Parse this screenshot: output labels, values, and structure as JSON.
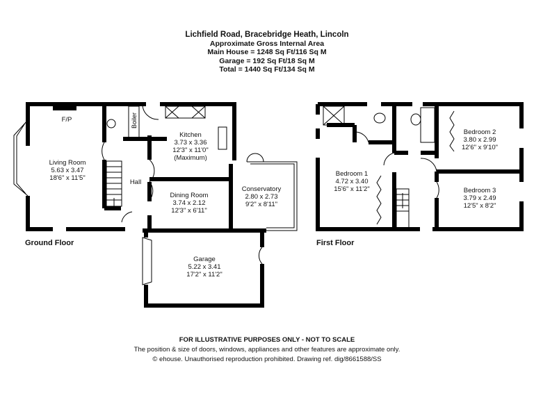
{
  "header": {
    "address": "Lichfield Road, Bracebridge Heath, Lincoln",
    "subtitle": "Approximate Gross Internal Area",
    "main_house": "Main House = 1248 Sq Ft/116 Sq M",
    "garage": "Garage = 192 Sq Ft/18 Sq M",
    "total": "Total = 1440 Sq Ft/134 Sq M"
  },
  "ground_floor": {
    "label": "Ground Floor",
    "rooms": [
      {
        "name": "Living Room",
        "metric": "5.63 x 3.47",
        "imperial": "18'6\" x 11'5\""
      },
      {
        "name": "Kitchen",
        "metric": "3.73 x 3.36",
        "imperial": "12'3\" x 11'0\"",
        "note": "(Maximum)"
      },
      {
        "name": "Dining Room",
        "metric": "3.74 x 2.12",
        "imperial": "12'3\" x 6'11\""
      },
      {
        "name": "Conservatory",
        "metric": "2.80 x 2.73",
        "imperial": "9'2\" x 8'11\""
      },
      {
        "name": "Garage",
        "metric": "5.22 x 3.41",
        "imperial": "17'2\" x 11'2\""
      }
    ],
    "hall": "Hall",
    "boiler": "Boiler",
    "fireplace": "F/P"
  },
  "first_floor": {
    "label": "First Floor",
    "rooms": [
      {
        "name": "Bedroom 1",
        "metric": "4.72 x 3.40",
        "imperial": "15'6\" x 11'2\""
      },
      {
        "name": "Bedroom 2",
        "metric": "3.80 x 2.99",
        "imperial": "12'6\" x 9'10\""
      },
      {
        "name": "Bedroom 3",
        "metric": "3.79 x 2.49",
        "imperial": "12'5\" x 8'2\""
      }
    ]
  },
  "footer": {
    "disclaimer": "FOR ILLUSTRATIVE PURPOSES ONLY - NOT TO SCALE",
    "note": "The position & size of doors, windows, appliances and other features are approximate only.",
    "copyright": "© ehouse. Unauthorised reproduction prohibited. Drawing ref. dig/8661588/SS"
  }
}
